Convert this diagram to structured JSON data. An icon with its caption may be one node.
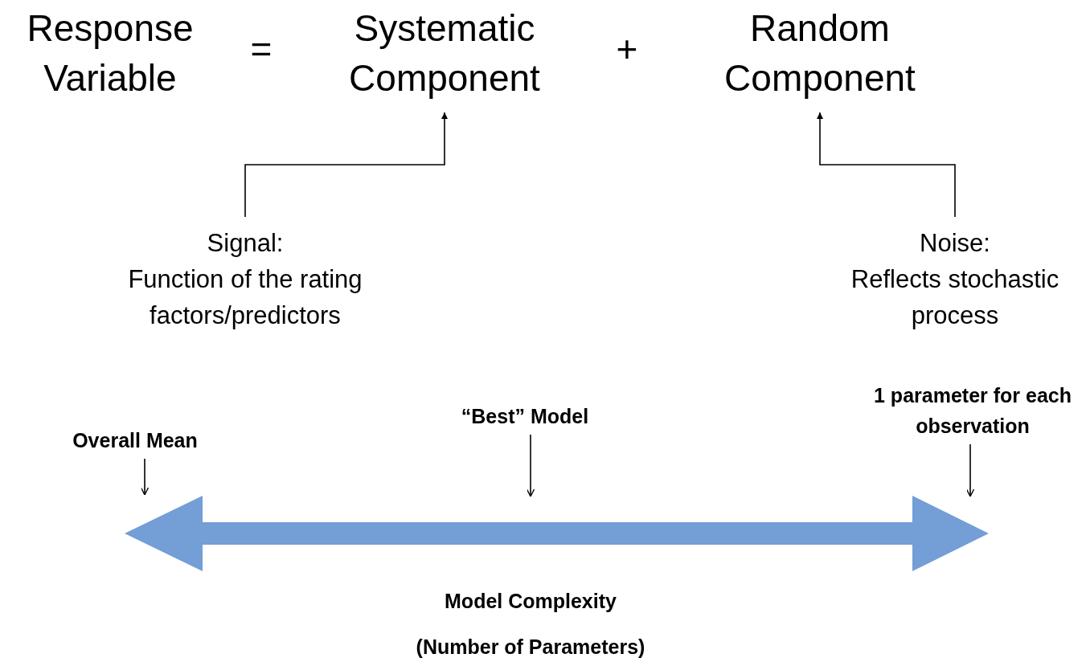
{
  "diagram": {
    "nodes": [
      {
        "text": [
          "Response Variable"
        ]
      },
      {
        "text": [
          "Systematic Component"
        ]
      },
      {
        "text": [
          "Random Component"
        ]
      },
      {
        "text": [
          "Signal:",
          "Function of the rating factors/predictors"
        ]
      },
      {
        "text": [
          "Noise:",
          "Reflects stochastic process"
        ]
      },
      {
        "text": [
          "Overall Mean"
        ]
      },
      {
        "text": [
          "“Best” Model"
        ]
      },
      {
        "text": [
          "1 parameter for each observation"
        ]
      }
    ],
    "edges": [
      {
        "from": 3,
        "to": 1,
        "arrow": "to"
      },
      {
        "from": 4,
        "to": 2,
        "arrow": "to"
      },
      {
        "from": 5,
        "to": null,
        "arrow": "to"
      },
      {
        "from": 6,
        "to": null,
        "arrow": "to"
      },
      {
        "from": 7,
        "to": null,
        "arrow": "to"
      }
    ],
    "labels": [
      "=",
      "+",
      "Model Complexity",
      "(Number of Parameters)"
    ]
  }
}
